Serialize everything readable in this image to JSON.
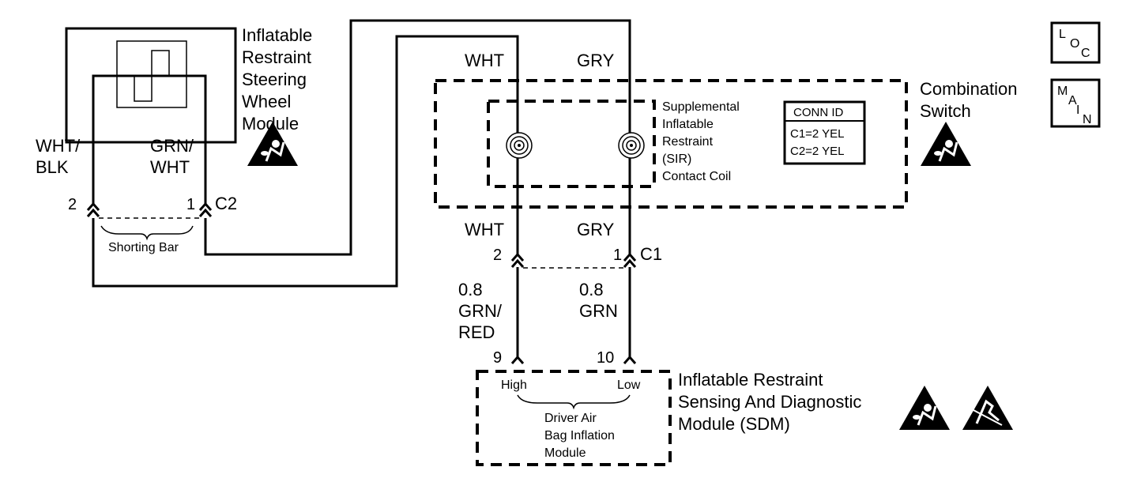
{
  "steering_module": {
    "label_lines": [
      "Inflatable",
      "Restraint",
      "Steering",
      "Wheel",
      "Module"
    ],
    "left_wire_lines": [
      "WHT/",
      "BLK"
    ],
    "right_wire_lines": [
      "GRN/",
      "WHT"
    ]
  },
  "connector_c2": {
    "name": "C2",
    "pin_left": "2",
    "pin_right": "1"
  },
  "shorting_bar": {
    "label": "Shorting Bar"
  },
  "combination_switch": {
    "label_lines": [
      "Combination",
      "Switch"
    ],
    "wire_left_top": "WHT",
    "wire_right_top": "GRY",
    "wire_left_bottom": "WHT",
    "wire_right_bottom": "GRY"
  },
  "sir_contact_coil": {
    "label_lines": [
      "Supplemental",
      "Inflatable",
      "Restraint",
      "(SIR)",
      "Contact Coil"
    ]
  },
  "conn_id_table": {
    "header": "CONN ID",
    "rows": [
      "C1=2 YEL",
      "C2=2 YEL"
    ]
  },
  "connector_c1": {
    "name": "C1",
    "pin_left": "2",
    "pin_right": "1"
  },
  "wire_left_sdm": {
    "lines": [
      "0.8",
      "GRN/",
      "RED"
    ]
  },
  "wire_right_sdm": {
    "lines": [
      "0.8",
      "GRN"
    ]
  },
  "sdm": {
    "pin_high_num": "9",
    "pin_low_num": "10",
    "pin_high_label": "High",
    "pin_low_label": "Low",
    "driver_lines": [
      "Driver Air",
      "Bag Inflation",
      "Module"
    ],
    "label_lines": [
      "Inflatable Restraint",
      "Sensing And Diagnostic",
      "Module (SDM)"
    ]
  },
  "nav": {
    "loc": {
      "l": "L",
      "o": "O",
      "c": "C"
    },
    "main": {
      "m": "M",
      "a": "A",
      "i": "I",
      "n": "N"
    }
  },
  "icons": [
    "airbag-warning-icon",
    "airbag-warning-icon",
    "airbag-warning-icon",
    "esd-warning-icon"
  ]
}
